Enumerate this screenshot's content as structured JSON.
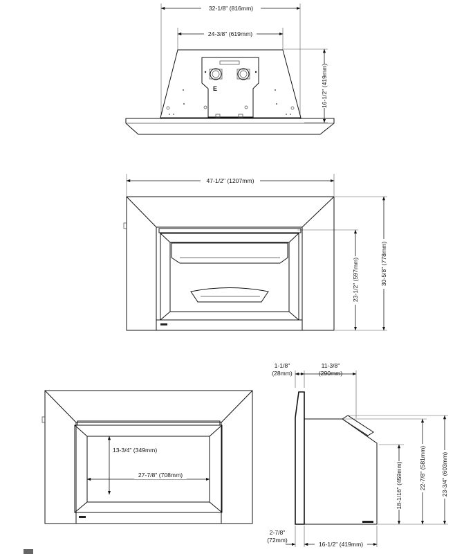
{
  "top_view": {
    "overall_width": "32-1/8\" (816mm)",
    "body_width": "24-3/8\" (619mm)",
    "depth": "16-1/2\" (419mm)",
    "marker": "E"
  },
  "front_large": {
    "overall_width": "47-1/2\" (1207mm)",
    "opening_height": "23-1/2\" (597mm)",
    "overall_height": "30-5/8\" (778mm)"
  },
  "front_small": {
    "opening_height": "13-3/4\" (349mm)",
    "opening_width": "27-7/8\" (708mm)"
  },
  "side_view": {
    "face_thickness_line1": "1-1/8\"",
    "face_thickness_line2": "(28mm)",
    "top_offset_line1": "11-3/8\"",
    "top_offset_line2": "(290mm)",
    "front_height": "18-1/16\" (459mm)",
    "mid_height": "22-7/8\" (581mm)",
    "back_height": "23-3/4\" (603mm)",
    "bottom_offset_line1": "2-7/8\"",
    "bottom_offset_line2": "(72mm)",
    "depth": "16-1/2\" (419mm)"
  }
}
